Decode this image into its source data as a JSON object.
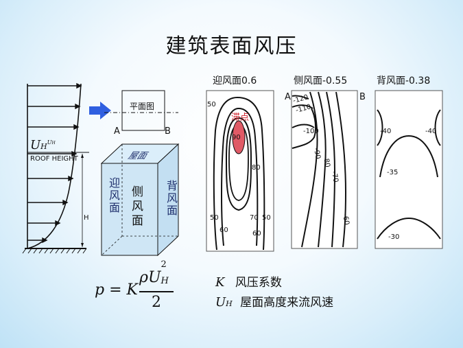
{
  "title": "建筑表面风压",
  "wind_profile": {
    "uh_label": "U",
    "uh_sub": "H",
    "uh_sup": "U",
    "uh_sup_sub": "H",
    "roof_height": "ROOF HEIGHT",
    "h_label": "H"
  },
  "plan": {
    "label": "平面图",
    "a": "A",
    "b": "B"
  },
  "cube": {
    "roof": "屋面",
    "windward": "迎风面",
    "leeward": "背风面",
    "side": "侧风面"
  },
  "panels": {
    "windward": {
      "title": "迎风面0.6",
      "stagnation": "滞点",
      "contours": [
        "50",
        "90",
        "80",
        "50",
        "70",
        "50",
        "60",
        "60"
      ]
    },
    "side": {
      "title": "侧风面-0.55",
      "a": "A",
      "b": "B",
      "contours": [
        "-120",
        "-110",
        "-100",
        "-90",
        "-80",
        "-70",
        "-60"
      ]
    },
    "leeward": {
      "title": "背风面-0.38",
      "contours": [
        "-40",
        "-40",
        "-35",
        "-30"
      ]
    }
  },
  "formula": {
    "lhs": "p",
    "eq": "=",
    "k": "K",
    "rho": "ρ",
    "u": "U",
    "sub": "H",
    "sup": "2",
    "den": "2"
  },
  "legend": [
    {
      "symbol": "K",
      "sub": "",
      "text": "风压系数"
    },
    {
      "symbol": "U",
      "sub": "H",
      "text": "屋面高度来流风速"
    }
  ],
  "colors": {
    "arrow_blue": "#2f5fe0",
    "stagnation_red": "#e05a66",
    "cube_fill": "#cfe6f5",
    "stagnation_text": "#d0202a"
  }
}
